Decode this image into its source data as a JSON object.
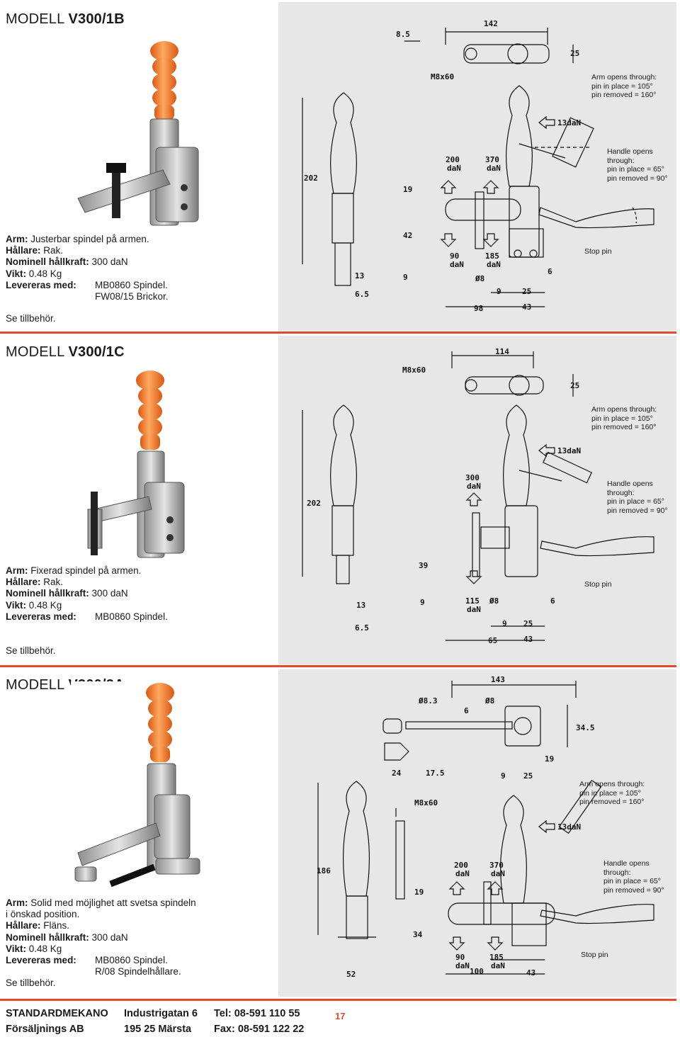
{
  "models": [
    {
      "title_prefix": "MODELL",
      "title_model": "V300/1B",
      "arm_label": "Arm:",
      "arm_value": "Justerbar spindel på armen.",
      "holder_label": "Hållare:",
      "holder_value": "Rak.",
      "force_label": "Nominell hållkraft:",
      "force_value": "300 daN",
      "weight_label": "Vikt:",
      "weight_value": "0.48 Kg",
      "delivered_label": "Levereras med:",
      "delivered_value_1": "MB0860 Spindel.",
      "delivered_value_2": "FW08/15 Brickor.",
      "see": "Se tillbehör.",
      "arm_opens": [
        "Arm opens through:",
        "pin in place = 105°",
        "pin removed = 160°"
      ],
      "handle_opens": [
        "Handle opens",
        "through:",
        "pin in place = 65°",
        "pin removed = 90°"
      ],
      "stop_pin": "Stop pin",
      "dims": [
        "142",
        "8.5",
        "25",
        "M8x60",
        "202",
        "200",
        "daN",
        "370",
        "daN",
        "13daN",
        "19",
        "42",
        "9",
        "90",
        "daN",
        "185",
        "daN",
        "Ø8",
        "6",
        "13",
        "6.5",
        "9",
        "25",
        "98",
        "43"
      ]
    },
    {
      "title_prefix": "MODELL",
      "title_model": "V300/1C",
      "arm_label": "Arm:",
      "arm_value": "Fixerad spindel på armen.",
      "holder_label": "Hållare:",
      "holder_value": "Rak.",
      "force_label": "Nominell hållkraft:",
      "force_value": "300 daN",
      "weight_label": "Vikt:",
      "weight_value": "0.48 Kg",
      "delivered_label": "Levereras med:",
      "delivered_value_1": "MB0860 Spindel.",
      "see": "Se tillbehör.",
      "arm_opens": [
        "Arm opens through:",
        "pin in place = 105°",
        "pin removed = 160°"
      ],
      "handle_opens": [
        "Handle opens",
        "through:",
        "pin in place = 65°",
        "pin removed = 90°"
      ],
      "stop_pin": "Stop pin",
      "dims": [
        "114",
        "M8x60",
        "25",
        "13daN",
        "300",
        "daN",
        "202",
        "39",
        "9",
        "115",
        "daN",
        "Ø8",
        "6",
        "13",
        "6.5",
        "9",
        "25",
        "65",
        "43"
      ]
    },
    {
      "title_prefix": "MODELL",
      "title_model": "V300/2A",
      "arm_label": "Arm:",
      "arm_value_1": "Solid med möjlighet att svetsa spindeln",
      "arm_value_2": "i önskad position.",
      "holder_label": "Hållare:",
      "holder_value": "Fläns.",
      "force_label": "Nominell hållkraft:",
      "force_value": "300 daN",
      "weight_label": "Vikt:",
      "weight_value": "0.48 Kg",
      "delivered_label": "Levereras med:",
      "delivered_value_1": "MB0860 Spindel.",
      "delivered_value_2": "R/08 Spindelhållare.",
      "see": "Se tillbehör.",
      "arm_opens": [
        "Arm opens through:",
        "pin in place = 105°",
        "pin removed = 160°"
      ],
      "handle_opens": [
        "Handle opens",
        "through:",
        "pin in place = 65°",
        "pin removed = 90°"
      ],
      "stop_pin": "Stop pin",
      "dims": [
        "143",
        "Ø8.3",
        "Ø8",
        "6",
        "34.5",
        "19",
        "24",
        "17.5",
        "9",
        "25",
        "M8x60",
        "13daN",
        "186",
        "200",
        "daN",
        "370",
        "daN",
        "19",
        "34",
        "90",
        "daN",
        "185",
        "daN",
        "52",
        "100",
        "43"
      ]
    }
  ],
  "footer": {
    "company_1": "STANDARDMEKANO",
    "company_2": "Försäljnings AB",
    "address_1": "Industrigatan 6",
    "address_2": "195 25 Märsta",
    "phone": "Tel: 08-591 110 55",
    "fax": "Fax: 08-591 122 22",
    "page": "17"
  },
  "colors": {
    "accent": "#e2492f",
    "handle_orange": "#f47a2a",
    "drawing_bg": "#e7e7e7"
  }
}
